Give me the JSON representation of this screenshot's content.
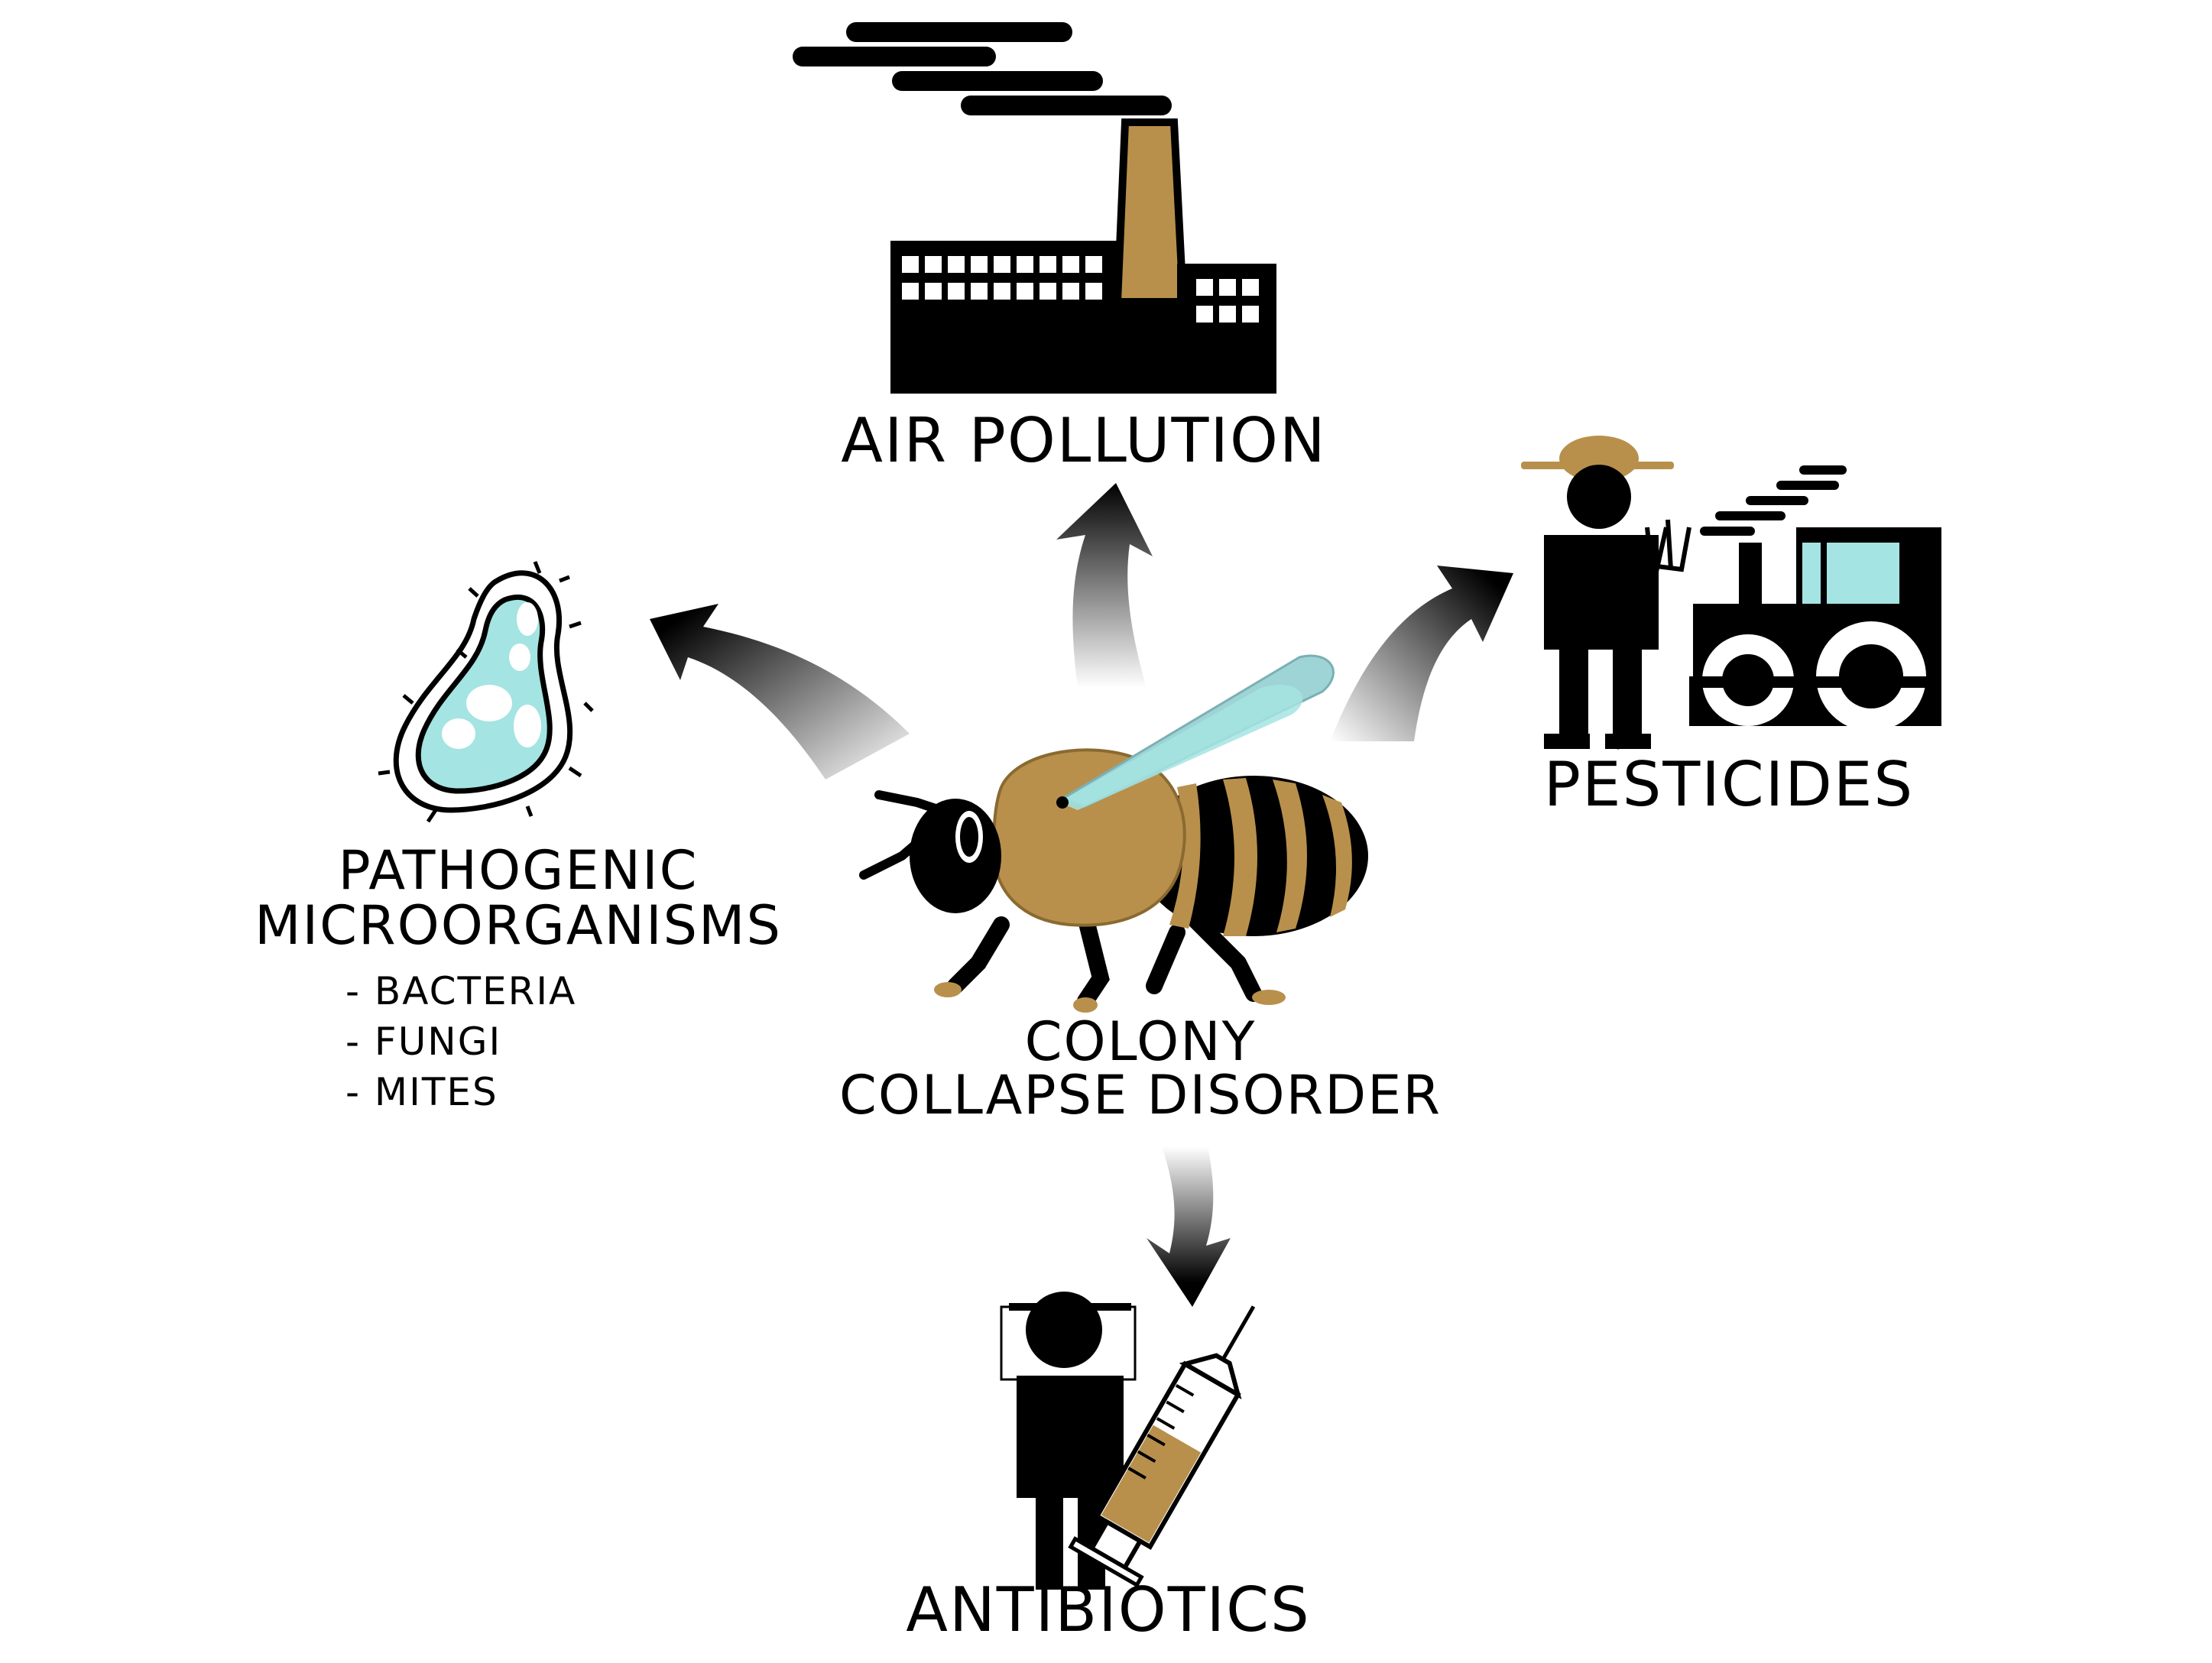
{
  "colors": {
    "black": "#000000",
    "tan": "#b8904c",
    "aqua": "#a4e4e2",
    "wing": "#9fd4d6"
  },
  "center": {
    "line1": "COLONY",
    "line2": "COLLAPSE DISORDER",
    "icon": "honeybee-icon"
  },
  "factors": {
    "air_pollution": {
      "label": "AIR POLLUTION",
      "icon": "factory-icon"
    },
    "pesticides": {
      "label": "PESTICIDES",
      "icon": "farmer-tractor-icon"
    },
    "antibiotics": {
      "label": "ANTIBIOTICS",
      "icon": "beekeeper-syringe-icon"
    },
    "pathogens": {
      "line1": "PATHOGENIC",
      "line2": "MICROORGANISMS",
      "icon": "microorganism-icon",
      "items": [
        "- BACTERIA",
        "- FUNGI",
        "- MITES"
      ]
    }
  }
}
